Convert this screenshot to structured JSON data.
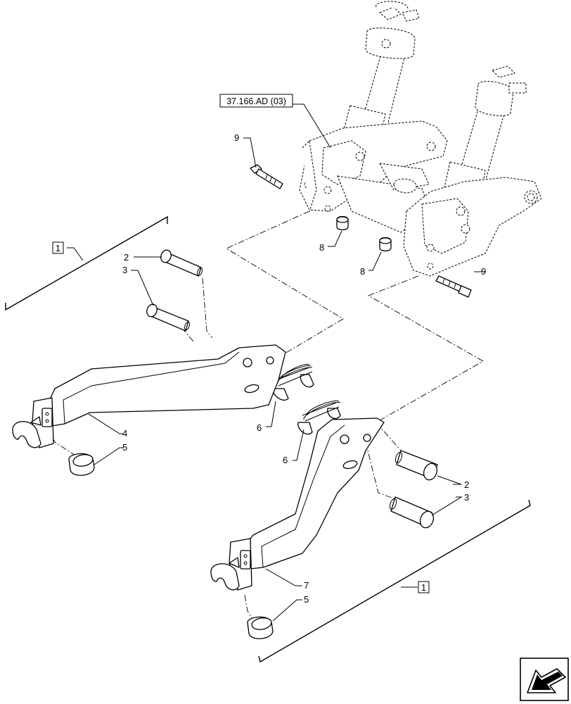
{
  "figure": {
    "reference_label": "37.166.AD (03)",
    "assembly_marker": "1",
    "callouts": {
      "pin_a": "2",
      "pin_b": "3",
      "left_arm": "4",
      "ball_end": "5",
      "lynch_pin": "6",
      "right_arm": "7",
      "nut": "8",
      "bolt": "9"
    },
    "nav_icon": "next-page-arrow-icon"
  }
}
